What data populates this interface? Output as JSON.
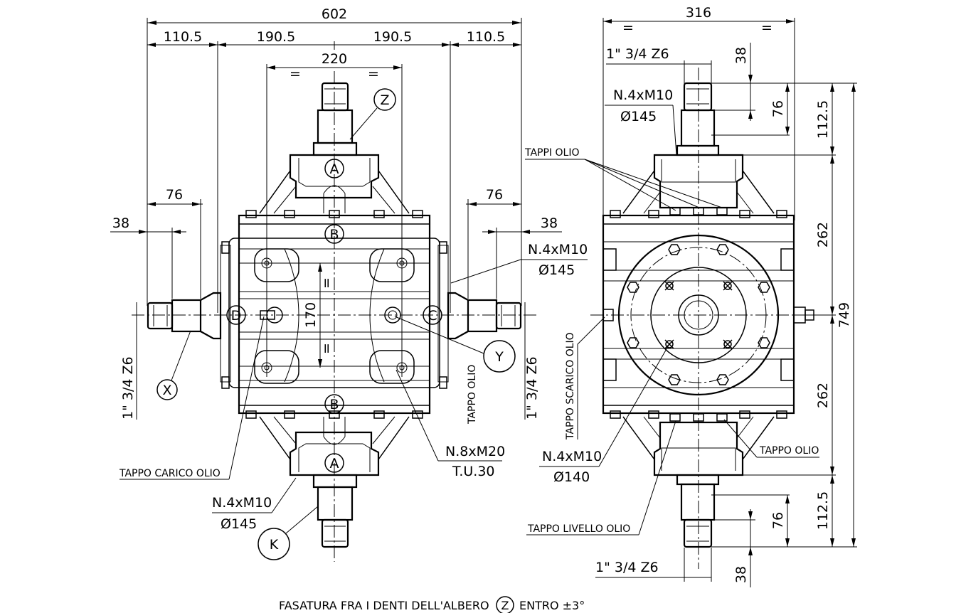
{
  "colors": {
    "ink": "#000000",
    "paper": "#ffffff"
  },
  "front_view": {
    "dim_overall": "602",
    "dim_left_110": "110.5",
    "dim_left_190": "190.5",
    "dim_right_190": "190.5",
    "dim_right_110": "110.5",
    "dim_220": "220",
    "eq_symbol": "=",
    "dim_76_left": "76",
    "dim_38_left": "38",
    "dim_76_right": "76",
    "dim_38_right": "38",
    "dim_170": "170",
    "thread_left": "1\" 3/4 Z6",
    "thread_right": "1\" 3/4 Z6",
    "flange_right_line1": "N.4xM10",
    "flange_right_line2": "Ø145",
    "flange_bottom_line1": "N.4xM10",
    "flange_bottom_line2": "Ø145",
    "bolts_line1": "N.8xM20",
    "bolts_line2": "T.U.30",
    "fill_plug": "TAPPO CARICO OLIO",
    "oil_plug": "TAPPO OLIO",
    "label_A": "A",
    "label_B": "B",
    "label_C": "C",
    "label_D": "D",
    "callout_X": "X",
    "callout_Y": "Y",
    "callout_Z": "Z",
    "callout_K": "K"
  },
  "side_view": {
    "dim_overall": "316",
    "eq_symbol": "=",
    "thread_top": "1\" 3/4 Z6",
    "thread_bottom": "1\" 3/4 Z6",
    "dim_38_top": "38",
    "dim_76_top": "76",
    "dim_112_top": "112.5",
    "dim_262_top": "262",
    "dim_749": "749",
    "dim_262_bottom": "262",
    "dim_112_bottom": "112.5",
    "dim_76_bottom": "76",
    "dim_38_bottom": "38",
    "flange_top_line1": "N.4xM10",
    "flange_top_line2": "Ø145",
    "flange_face_line1": "N.4xM10",
    "flange_face_line2": "Ø140",
    "oil_plugs": "TAPPI OLIO",
    "drain_plug": "TAPPO SCARICO OLIO",
    "oil_plug": "TAPPO OLIO",
    "level_plug": "TAPPO LIVELLO OLIO"
  },
  "footer": {
    "phasing_note": "FASATURA FRA I DENTI DELL'ALBERO",
    "phasing_ref": "Z",
    "phasing_tol": "ENTRO ±3°"
  }
}
